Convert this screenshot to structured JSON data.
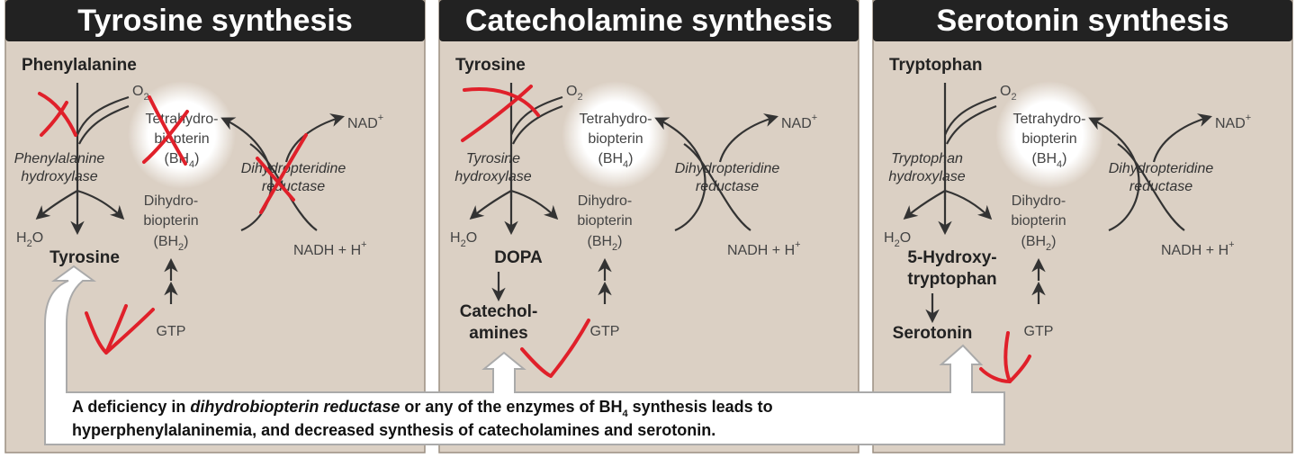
{
  "panels": [
    {
      "title": "Tyrosine synthesis",
      "substrate": "Phenylalanine",
      "enzyme": [
        "Phenylalanine",
        "hydroxylase"
      ],
      "product": "Tyrosine",
      "downstream": "",
      "product_lines": [
        "Tyrosine"
      ],
      "downstream_lines": []
    },
    {
      "title": "Catecholamine synthesis",
      "substrate": "Tyrosine",
      "enzyme": [
        "Tyrosine",
        "hydroxylase"
      ],
      "product_lines": [
        "DOPA"
      ],
      "downstream_lines": [
        "Catechol-",
        "amines"
      ]
    },
    {
      "title": "Serotonin synthesis",
      "substrate": "Tryptophan",
      "enzyme": [
        "Tryptophan",
        "hydroxylase"
      ],
      "product_lines": [
        "5-Hydroxy-",
        "tryptophan"
      ],
      "downstream_lines": [
        "Serotonin"
      ]
    }
  ],
  "common": {
    "o2": "O",
    "o2_sub": "2",
    "h2o": "H",
    "h2o_sub": "2",
    "h2o_tail": "O",
    "bh4": [
      "Tetrahydro-",
      "biopterin"
    ],
    "bh4_abbr": "(BH",
    "bh4_sub": "4",
    "bh4_close": ")",
    "bh2": [
      "Dihydro-",
      "biopterin"
    ],
    "bh2_abbr": "(BH",
    "bh2_sub": "2",
    "bh2_close": ")",
    "reductase": [
      "Dihydropteridine",
      "reductase"
    ],
    "nad": "NAD",
    "nad_sup": "+",
    "nadh": "NADH + H",
    "nadh_sup": "+",
    "gtp": "GTP"
  },
  "footnote": {
    "line1_a": "A deficiency in ",
    "line1_italic": "dihydrobiopterin reductase",
    "line1_b": " or any of the enzymes of BH",
    "line1_sub": "4",
    "line1_c": " synthesis leads to",
    "line2": "hyperphenylalaninemia, and decreased synthesis of catecholamines and serotonin."
  },
  "colors": {
    "panel_bg": "#dbd0c4",
    "title_bar": "#222222",
    "annotation_red": "#e0202a",
    "arrow": "#333333"
  }
}
